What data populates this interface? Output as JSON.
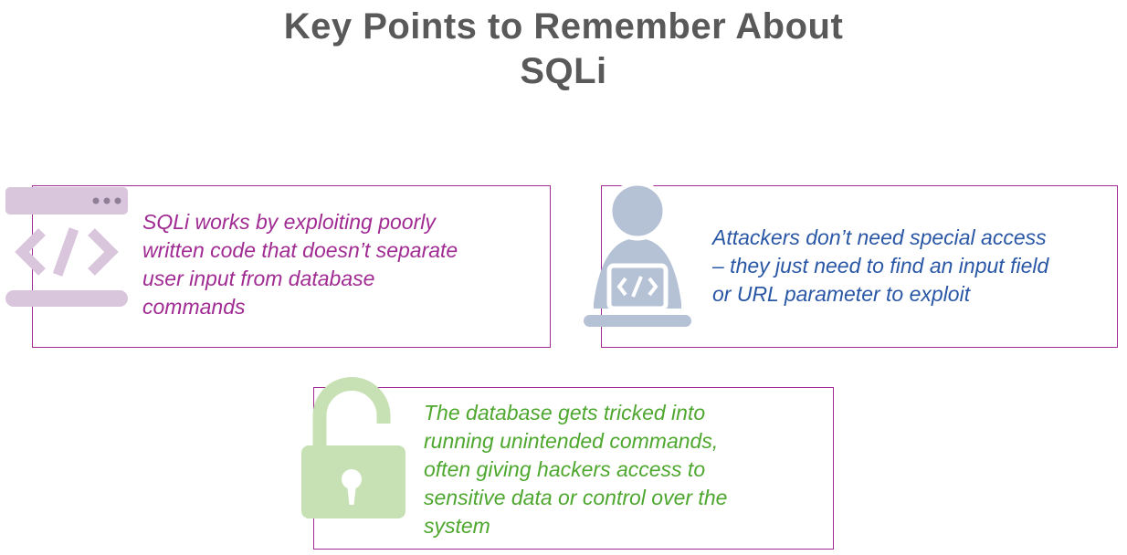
{
  "title": {
    "lines": [
      "Key Points to Remember About",
      "SQLi"
    ],
    "color": "#595959"
  },
  "cards": [
    {
      "icon": "code-window-icon",
      "icon_color": "#D9C5DC",
      "text_color": "#A02B93",
      "lines": [
        "SQLi works by exploiting poorly",
        "written code that doesn’t separate",
        "user input from database",
        "commands"
      ]
    },
    {
      "icon": "person-laptop-icon",
      "icon_color": "#B5C1D5",
      "text_color": "#2A57A5",
      "lines": [
        "Attackers don’t need special access",
        "– they just need to find an input field",
        "or URL parameter to exploit"
      ]
    },
    {
      "icon": "open-padlock-icon",
      "icon_color": "#C7E1B5",
      "text_color": "#4EA72E",
      "lines": [
        "The database gets tricked into",
        "running unintended commands,",
        "often giving hackers access to",
        "sensitive data or control over the",
        "system"
      ]
    }
  ],
  "card_border_color": "#A02B93",
  "background_color": "#FFFFFF"
}
